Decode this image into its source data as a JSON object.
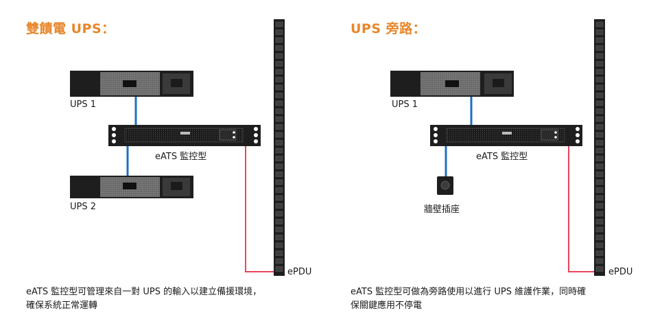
{
  "left": {
    "title": "雙饋電 UPS：",
    "ups1_label": "UPS 1",
    "ups2_label": "UPS 2",
    "ats_label": "eATS 監控型",
    "epdu_label": "ePDU",
    "caption_line1": "eATS 監控型可管理來自一對 UPS 的輸入以建立備援環境，",
    "caption_line2": "確保系統正常運轉"
  },
  "right": {
    "title": "UPS 旁路：",
    "ups1_label": "UPS 1",
    "ats_label": "eATS 監控型",
    "outlet_label": "牆壁插座",
    "epdu_label": "ePDU",
    "caption_line1": "eATS 監控型可做為旁路使用以進行 UPS 維護作業，同時確",
    "caption_line2": "保關鍵應用不停電"
  },
  "colors": {
    "title": "#e8862a",
    "blue_line": "#1f6fbf",
    "red_line": "#e8455a",
    "device": "#1e1e1e"
  }
}
